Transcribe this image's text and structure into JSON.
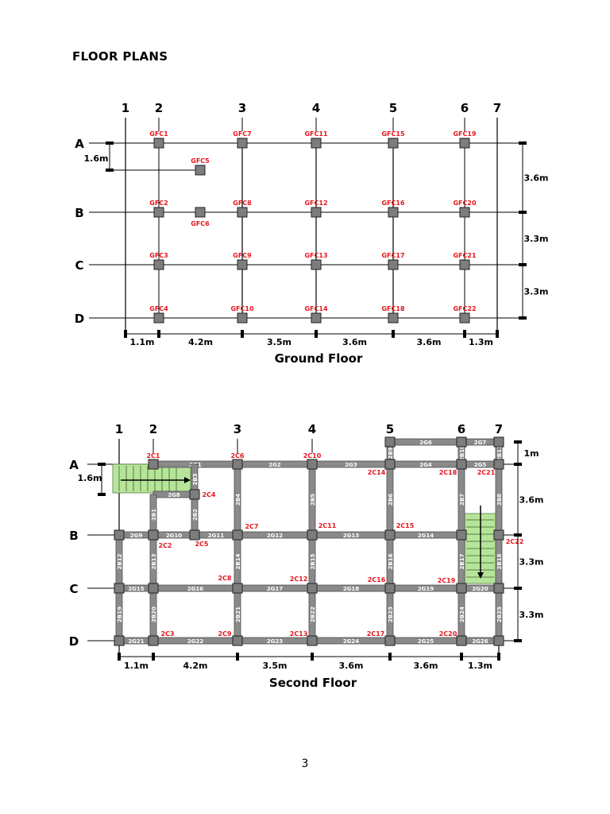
{
  "page": {
    "title": "FLOOR PLANS",
    "page_number": "3"
  },
  "colors": {
    "column_label": "#e8141c",
    "beam": "#8a8a8a",
    "beam_edge": "#4d4d4d",
    "column": "#7d7d7d",
    "stair": "#b6e59a",
    "line": "#000000"
  },
  "ground_floor": {
    "caption": "Ground Floor",
    "grid_numbers": [
      "1",
      "2",
      "3",
      "4",
      "5",
      "6",
      "7"
    ],
    "grid_letters": [
      "A",
      "B",
      "C",
      "D"
    ],
    "columns": [
      "GFC1",
      "GFC2",
      "GFC3",
      "GFC4",
      "GFC5",
      "GFC6",
      "GFC7",
      "GFC8",
      "GFC9",
      "GFC10",
      "GFC11",
      "GFC12",
      "GFC13",
      "GFC14",
      "GFC15",
      "GFC16",
      "GFC17",
      "GFC18",
      "GFC19",
      "GFC20",
      "GFC21",
      "GFC22"
    ],
    "dims_bottom": [
      "1.1m",
      "4.2m",
      "3.5m",
      "3.6m",
      "3.6m",
      "1.3m"
    ],
    "dims_right": [
      "3.6m",
      "3.3m",
      "3.3m"
    ],
    "dim_left": "1.6m"
  },
  "second_floor": {
    "caption": "Second Floor",
    "grid_numbers": [
      "1",
      "2",
      "3",
      "4",
      "5",
      "6",
      "7"
    ],
    "grid_letters": [
      "A",
      "B",
      "C",
      "D"
    ],
    "columns": [
      "2C1",
      "2C2",
      "2C3",
      "2C4",
      "2C5",
      "2C6",
      "2C7",
      "2C8",
      "2C9",
      "2C10",
      "2C11",
      "2C12",
      "2C13",
      "2C14",
      "2C15",
      "2C16",
      "2C17",
      "2C18",
      "2C19",
      "2C20",
      "2C21",
      "2C22"
    ],
    "girders": [
      "2G1",
      "2G2",
      "2G3",
      "2G4",
      "2G5",
      "2G6",
      "2G7",
      "2G8",
      "2G9",
      "2G10",
      "2G11",
      "2G12",
      "2G13",
      "2G14",
      "2G15",
      "2G16",
      "2G17",
      "2G18",
      "2G19",
      "2G20",
      "2G21",
      "2G22",
      "2G23",
      "2G24",
      "2G25",
      "2G26"
    ],
    "beams": [
      "2B1",
      "2B2",
      "2B3",
      "2B4",
      "2B5",
      "2B6",
      "2B7",
      "2B8",
      "2B9",
      "2B10",
      "2B11",
      "2B12",
      "2B13",
      "2B14",
      "2B15",
      "2B16",
      "2B17",
      "2B18",
      "2B19",
      "2B20",
      "2B21",
      "2B22",
      "2B23",
      "2B24",
      "2B25"
    ],
    "dims_bottom": [
      "1.1m",
      "4.2m",
      "3.5m",
      "3.6m",
      "3.6m",
      "1.3m"
    ],
    "dims_right": [
      "1m",
      "3.6m",
      "3.3m",
      "3.3m"
    ],
    "dim_left": "1.6m"
  }
}
